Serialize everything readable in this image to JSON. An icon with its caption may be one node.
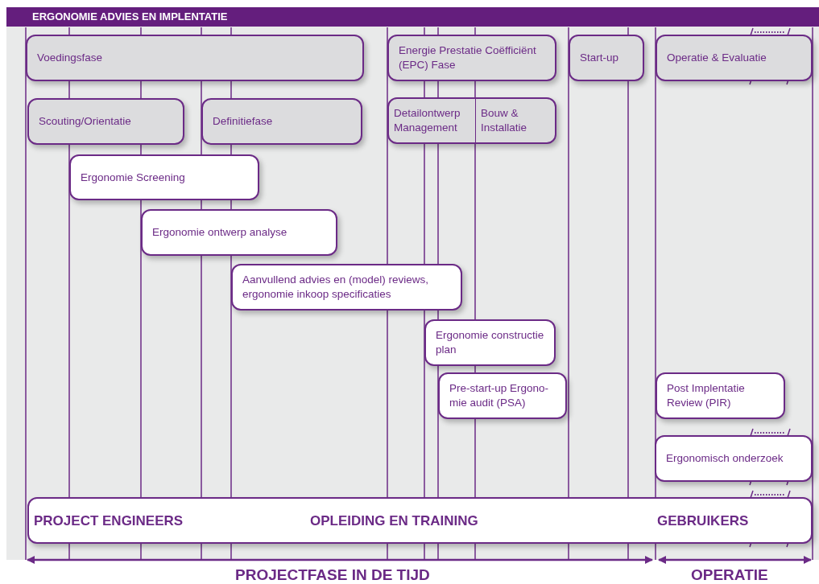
{
  "diagram": {
    "title": "ERGONOMIE ADVIES EN IMPLENTATIE",
    "nodes": [
      {
        "text": [
          "Voedingsfase"
        ]
      },
      {
        "text": [
          "Energie Prestatie Coëfficiënt (EPC) Fase"
        ]
      },
      {
        "text": [
          "Start-up"
        ]
      },
      {
        "text": [
          "Operatie & Evaluatie"
        ]
      },
      {
        "text": [
          "Scouting/Orientatie"
        ]
      },
      {
        "text": [
          "Definitiefase"
        ]
      },
      {
        "text": [
          "Detailontwerp Management",
          "Bouw & Installatie"
        ]
      },
      {
        "text": [
          "Ergonomie Screening"
        ]
      },
      {
        "text": [
          "Ergonomie ontwerp analyse"
        ]
      },
      {
        "text": [
          "Aanvullend advies en (model) reviews, ergonomie inkoop specificaties"
        ]
      },
      {
        "text": [
          "Ergonomie constructie plan"
        ]
      },
      {
        "text": [
          "Pre-start-up Ergono- mie audit (PSA)"
        ]
      },
      {
        "text": [
          "Post Implentatie Review (PIR)"
        ]
      },
      {
        "text": [
          "Ergonomisch onderzoek"
        ]
      },
      {
        "text": [
          "PROJECT ENGINEERS",
          "OPLEIDING EN TRAINING",
          "GEBRUIKERS"
        ]
      }
    ],
    "edges": [],
    "labels": [
      "PROJECTFASE IN DE TIJD",
      "OPERATIE"
    ]
  }
}
